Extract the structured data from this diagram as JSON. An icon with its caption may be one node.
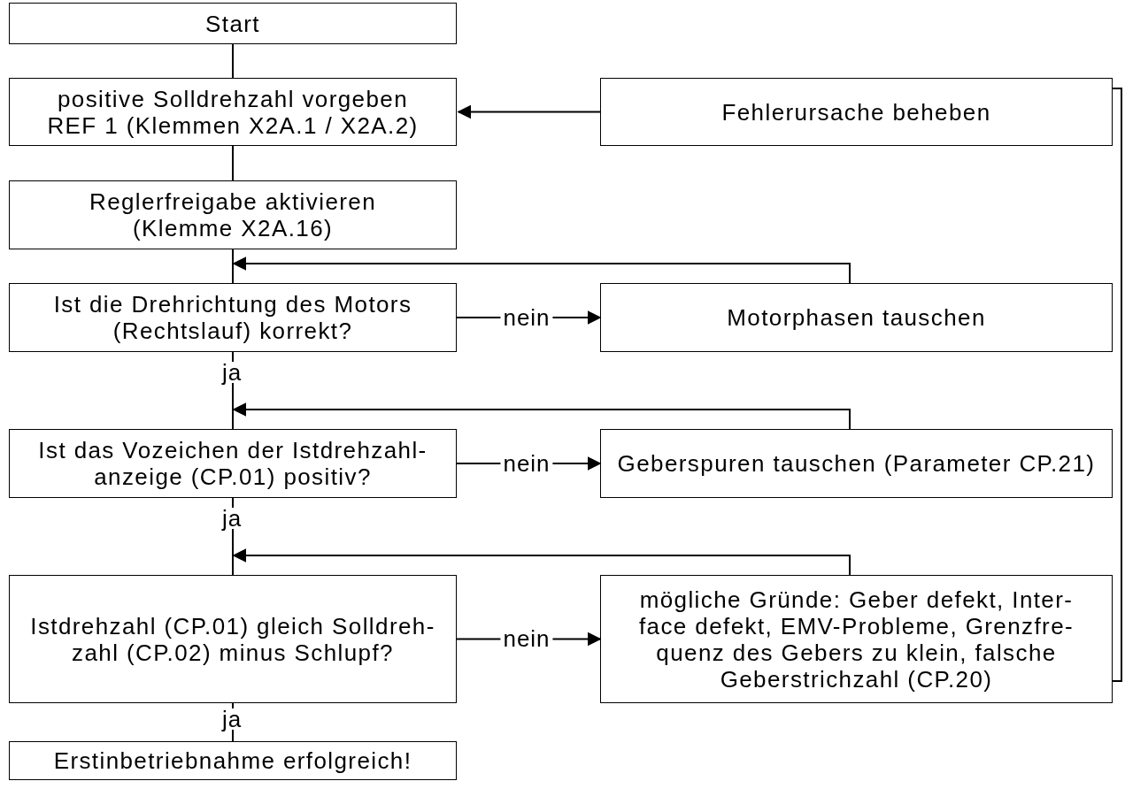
{
  "diagram": {
    "nodes": [
      {
        "text": [
          "Start"
        ]
      },
      {
        "text": [
          "positive Solldrehzahl vorgeben REF 1 (Klemmen X2A.1 / X2A.2)"
        ]
      },
      {
        "text": [
          "Fehlerursache beheben"
        ]
      },
      {
        "text": [
          "Reglerfreigabe aktivieren (Klemme X2A.16)"
        ]
      },
      {
        "text": [
          "Ist die Drehrichtung des Motors (Rechtslauf) korrekt?"
        ]
      },
      {
        "text": [
          "Motorphasen tauschen"
        ]
      },
      {
        "text": [
          "Ist das Vozeichen der Istdrehzahl- anzeige (CP.01) positiv?"
        ]
      },
      {
        "text": [
          "Geberspuren tauschen (Parameter CP.21)"
        ]
      },
      {
        "text": [
          "Istdrehzahl (CP.01) gleich Solldreh- zahl (CP.02) minus Schlupf?"
        ]
      },
      {
        "text": [
          "mögliche Gründe: Geber defekt, Inter- face defekt, EMV-Probleme, Grenzfre- quenz des Gebers zu klein, falsche Geberstrichzahl (CP.20)"
        ]
      },
      {
        "text": [
          "Erstinbetriebnahme erfolgreich!"
        ]
      }
    ],
    "edges": [
      {
        "from": 0,
        "to": 1,
        "arrow": "none"
      },
      {
        "from": 2,
        "to": 1,
        "arrow": "to"
      },
      {
        "from": 1,
        "to": 3,
        "arrow": "none"
      },
      {
        "from": 3,
        "to": 4,
        "arrow": "none"
      },
      {
        "from": 5,
        "to": 4,
        "arrow": "to"
      },
      {
        "from": 4,
        "to": 5,
        "arrow": "to",
        "label": "nein"
      },
      {
        "from": 4,
        "to": 6,
        "arrow": "none",
        "label": "ja"
      },
      {
        "from": 7,
        "to": 6,
        "arrow": "to"
      },
      {
        "from": 6,
        "to": 7,
        "arrow": "to",
        "label": "nein"
      },
      {
        "from": 6,
        "to": 8,
        "arrow": "none",
        "label": "ja"
      },
      {
        "from": 9,
        "to": 8,
        "arrow": "to"
      },
      {
        "from": 8,
        "to": 9,
        "arrow": "to",
        "label": "nein"
      },
      {
        "from": 8,
        "to": 10,
        "arrow": "none",
        "label": "ja"
      },
      {
        "from": 9,
        "to": 2,
        "arrow": "none"
      }
    ]
  }
}
